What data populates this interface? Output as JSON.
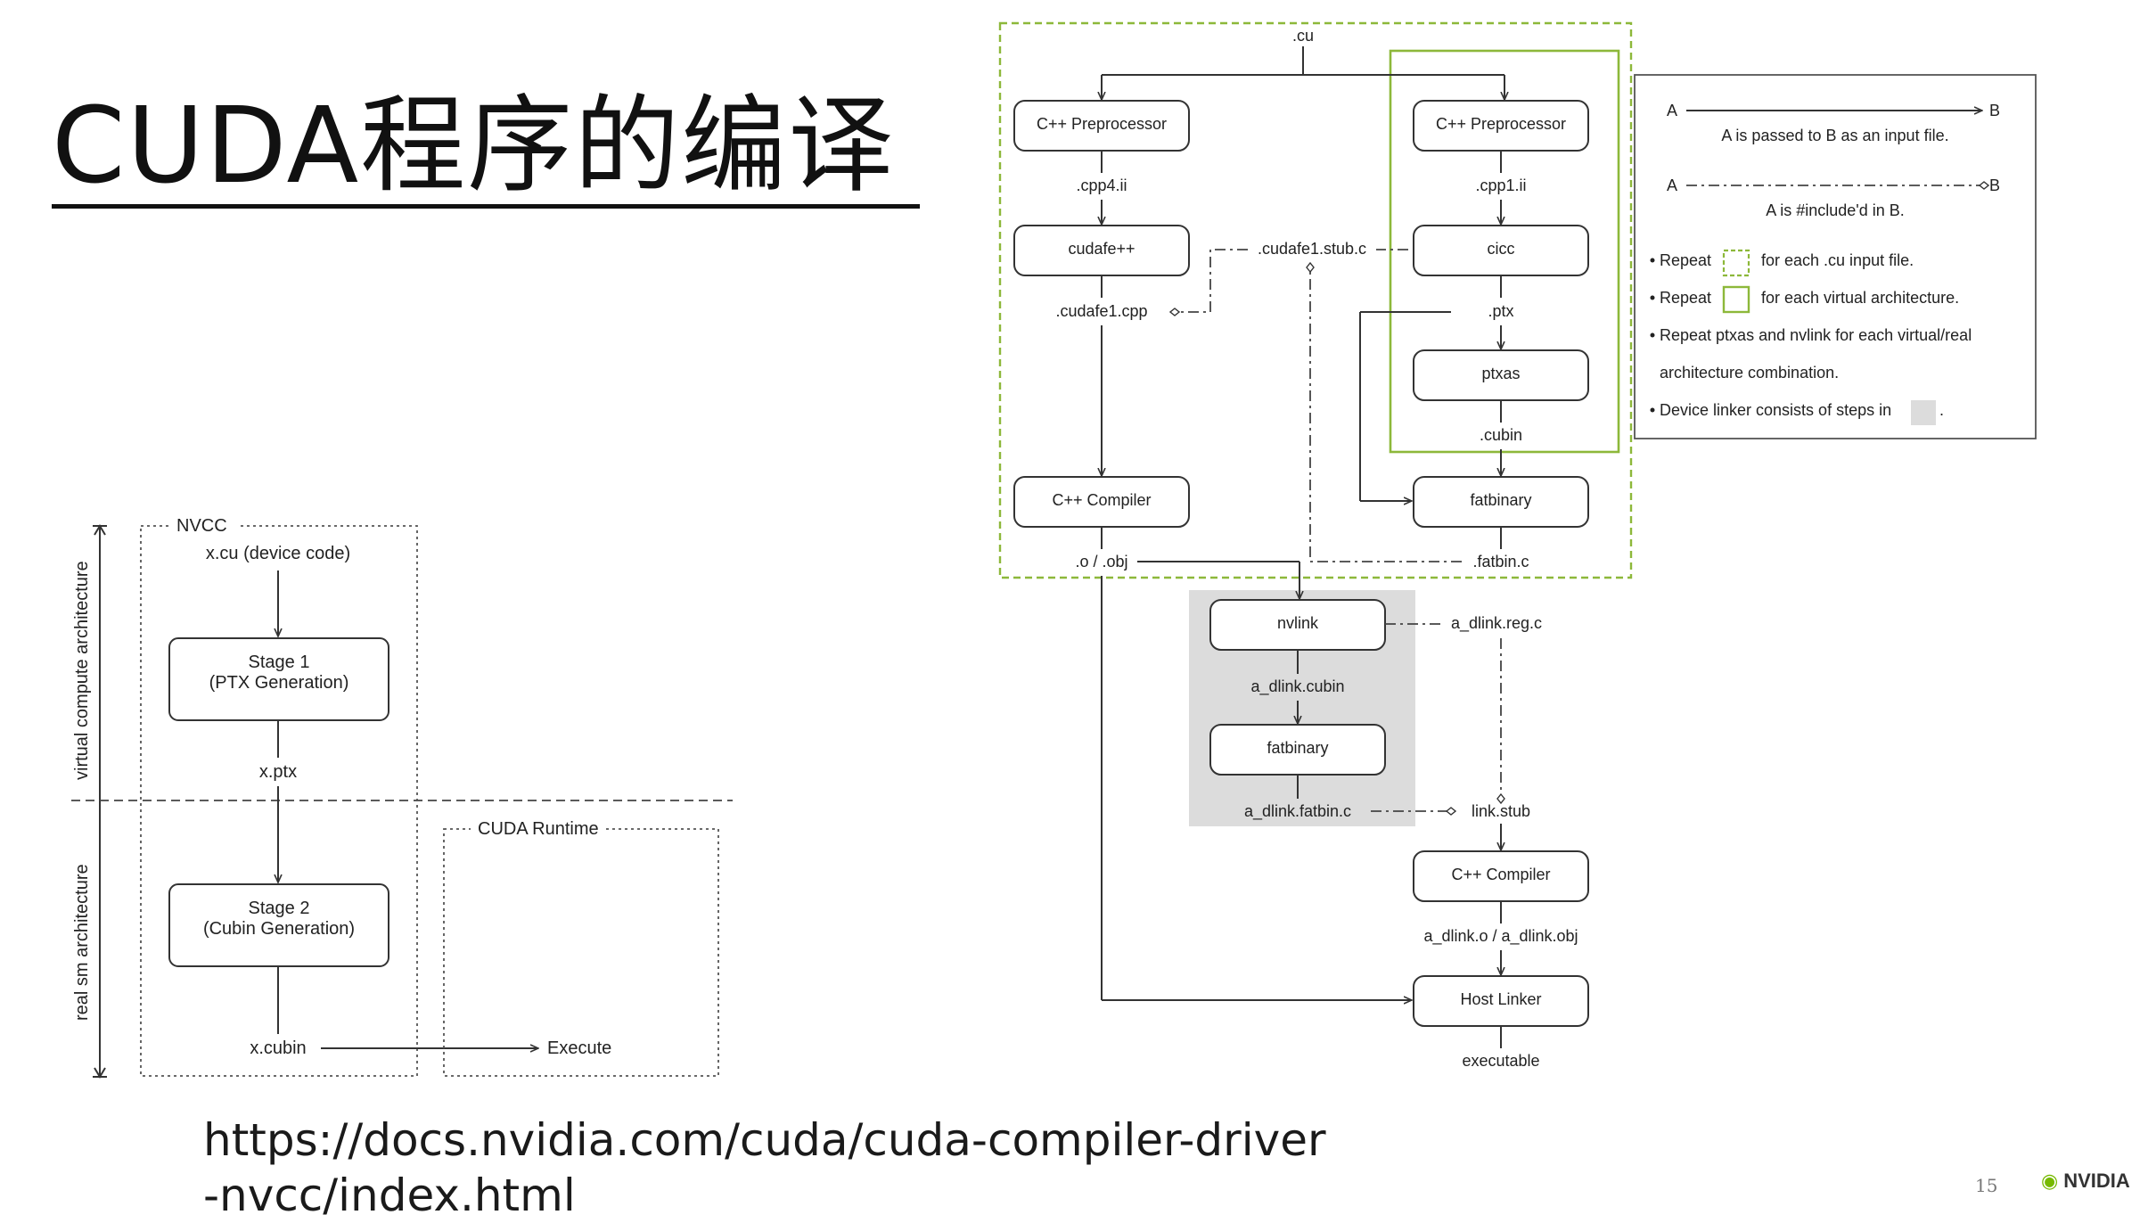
{
  "slide": {
    "title": "CUDA程序的编译",
    "url": "https://docs.nvidia.com/cuda/cuda-compiler-driver-nvcc/index.html",
    "page_number": "15",
    "brand": "NVIDIA"
  },
  "left_diagram": {
    "nvcc_label": "NVCC",
    "input": "x.cu (device code)",
    "stage1_line1": "Stage 1",
    "stage1_line2": "(PTX Generation)",
    "ptx": "x.ptx",
    "stage2_line1": "Stage 2",
    "stage2_line2": "(Cubin Generation)",
    "cubin": "x.cubin",
    "runtime_label": "CUDA Runtime",
    "execute": "Execute",
    "axis_top": "virtual compute architecture",
    "axis_bottom": "real sm architecture"
  },
  "right_diagram": {
    "cu": ".cu",
    "cpp_pre_left": "C++ Preprocessor",
    "cpp_pre_right": "C++ Preprocessor",
    "cpp4": ".cpp4.ii",
    "cpp1": ".cpp1.ii",
    "cudafe": "cudafe++",
    "stub": ".cudafe1.stub.c",
    "cicc": "cicc",
    "cudafe_cpp": ".cudafe1.cpp",
    "ptx": ".ptx",
    "ptxas": "ptxas",
    "cubin": ".cubin",
    "cpp_compiler": "C++ Compiler",
    "fatbinary": "fatbinary",
    "obj": ".o / .obj",
    "fatbin_c": ".fatbin.c",
    "nvlink": "nvlink",
    "dlink_reg": "a_dlink.reg.c",
    "dlink_cubin": "a_dlink.cubin",
    "fatbinary2": "fatbinary",
    "dlink_fatbin": "a_dlink.fatbin.c",
    "link_stub": "link.stub",
    "cpp_compiler2": "C++ Compiler",
    "dlink_obj": "a_dlink.o / a_dlink.obj",
    "host_linker": "Host Linker",
    "executable": "executable"
  },
  "legend": {
    "a1": "A",
    "b1": "B",
    "desc1": "A is passed to B as an input file.",
    "a2": "A",
    "b2": "B",
    "desc2": "A is #include'd in B.",
    "repeat1_pre": "Repeat",
    "repeat1_post": "for each .cu input file.",
    "repeat2_pre": "Repeat",
    "repeat2_post": "for each virtual architecture.",
    "note3_line1": "Repeat ptxas and nvlink for each virtual/real",
    "note3_line2": "architecture combination.",
    "note4_pre": "Device linker consists of steps in",
    "note4_post": "."
  },
  "colors": {
    "green_dashed": "#8db83a",
    "green_solid": "#8db83a",
    "device_link_bg": "#dcdcdc",
    "nvidia_green": "#76b900"
  }
}
